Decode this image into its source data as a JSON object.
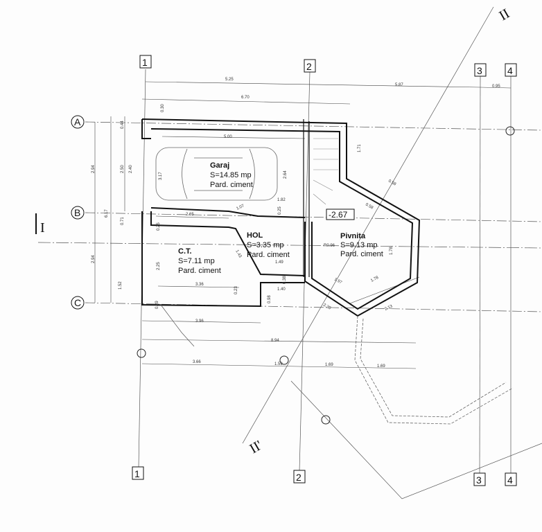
{
  "axes": {
    "columns": [
      "1",
      "2",
      "3",
      "4"
    ],
    "rows": [
      "A",
      "B",
      "C"
    ]
  },
  "sections": {
    "horizontal": "I",
    "diagonal_top": "II",
    "diagonal_bottom": "II'"
  },
  "rooms": [
    {
      "name": "Garaj",
      "area": "S=14.85 mp",
      "floor": "Pard. ciment"
    },
    {
      "name": "HOL",
      "area": "S=3.35 mp",
      "floor": "Pard. ciment"
    },
    {
      "name": "C.T.",
      "area": "S=7.11 mp",
      "floor": "Pard. ciment"
    },
    {
      "name": "Pivnita",
      "area": "S=9.13 mp",
      "floor": "Pard. ciment"
    }
  ],
  "level_mark": "-2.67",
  "dimensions": [
    "5.25",
    "5.87",
    "0.95",
    "6.70",
    "0.30",
    "0.44",
    "2.94",
    "2.50",
    "2.40",
    "6.17",
    "0.71",
    "2.94",
    "1.52",
    "5.00",
    "3.17",
    "2.64",
    "1.82",
    "1.07",
    "2.65",
    "0.25",
    "1.43",
    "2.25",
    "3.36",
    "0.23",
    "1.49",
    "0.38",
    "1.40",
    "0.98",
    "3.96",
    "8.94",
    "3.66",
    "1.59",
    "1.69",
    "1.69",
    "2.13",
    "2.30",
    "1.97",
    "1.78",
    "1.78",
    "0.58",
    "0.58",
    "1.71",
    "R0.96",
    "0.25",
    "0.39"
  ]
}
